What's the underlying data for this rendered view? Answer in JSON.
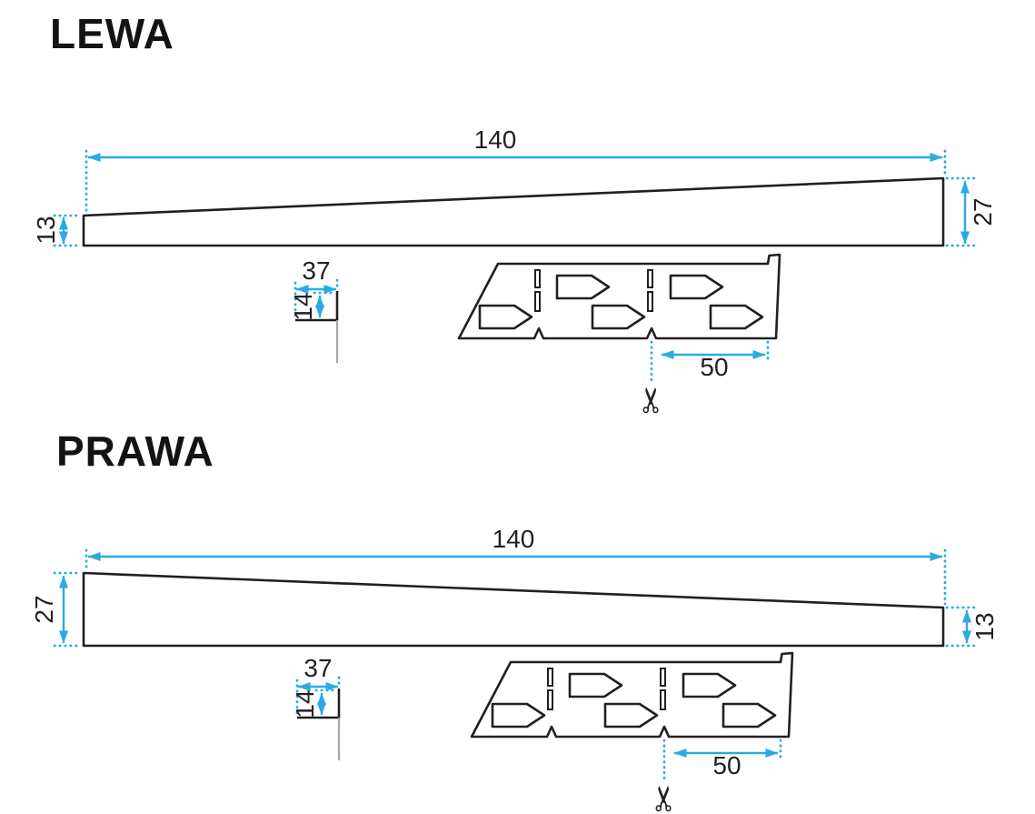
{
  "page": {
    "background": "#ffffff"
  },
  "colors": {
    "dimension_accent": "#29ABE2",
    "outline": "#231F20",
    "muted_line": "#A7A5A6"
  },
  "glyphs": {
    "scissors": "✂"
  },
  "sections": [
    {
      "title": "LEWA",
      "dimensions": {
        "length": "140",
        "left_height": "13",
        "right_height": "27",
        "profile_width": "37",
        "profile_lip_height": "14",
        "cut_offset": "50"
      }
    },
    {
      "title": "PRAWA",
      "dimensions": {
        "length": "140",
        "left_height": "27",
        "right_height": "13",
        "profile_width": "37",
        "profile_lip_height": "14",
        "cut_offset": "50"
      }
    }
  ]
}
